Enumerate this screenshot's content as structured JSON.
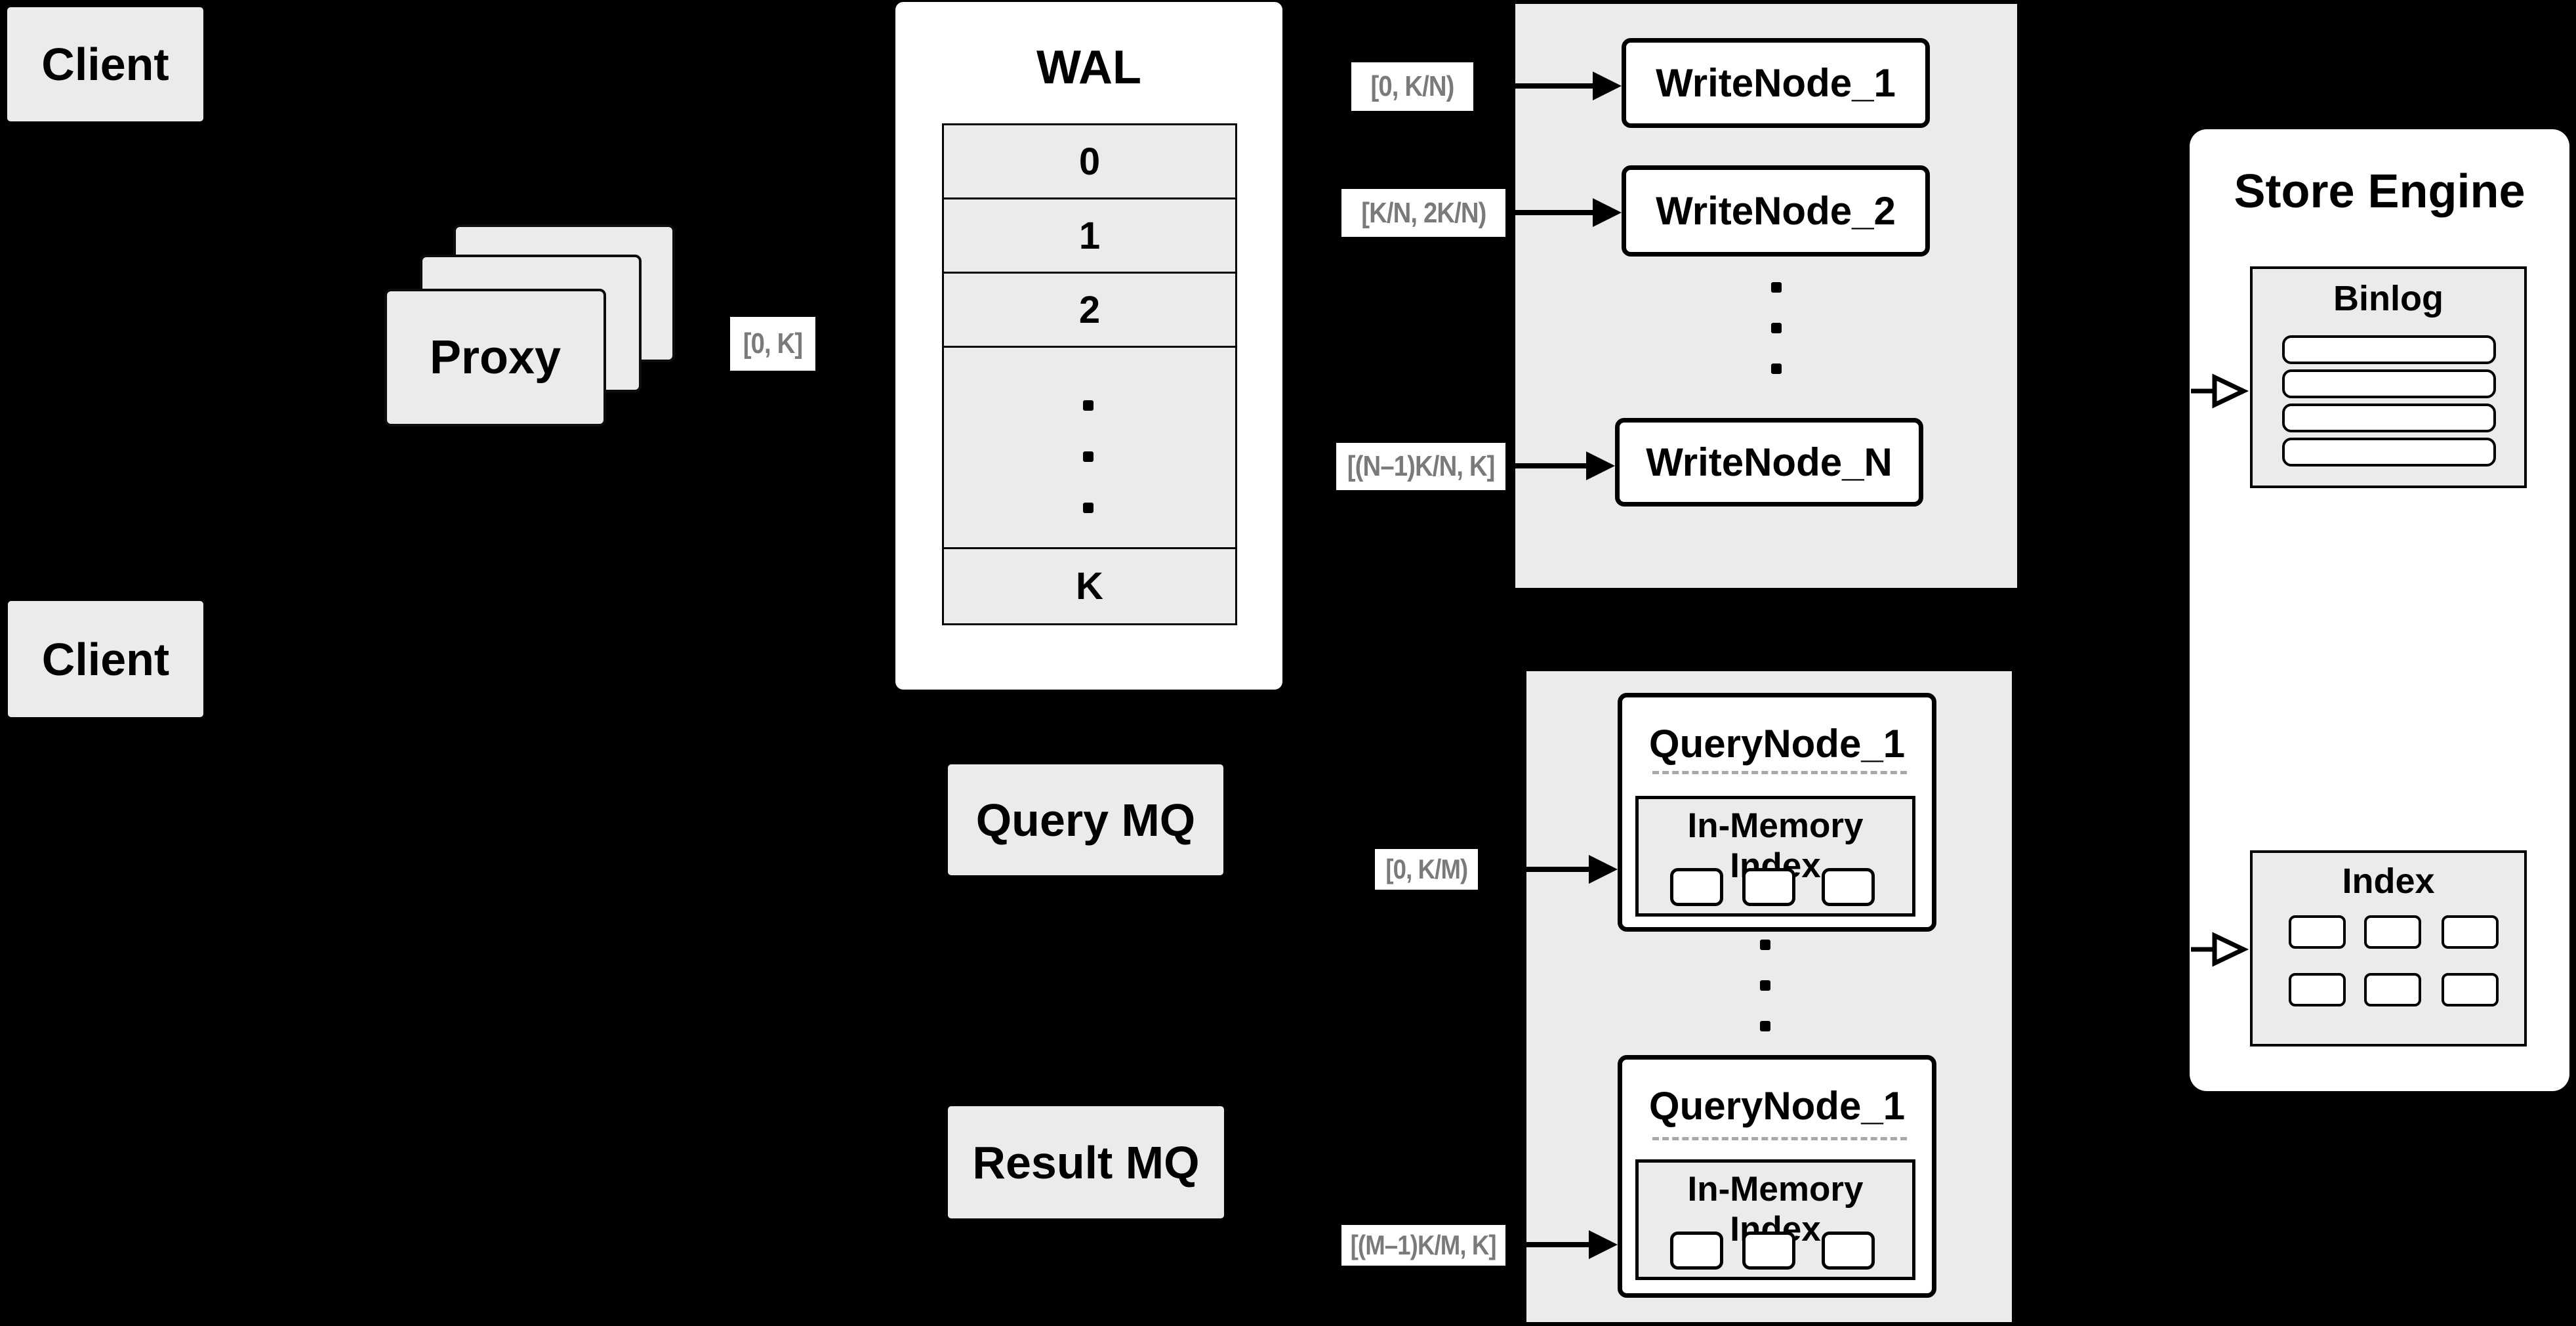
{
  "clients": [
    {
      "label": "Client"
    },
    {
      "label": "Client"
    }
  ],
  "proxy": {
    "label": "Proxy"
  },
  "wal": {
    "title": "WAL",
    "rows": [
      "0",
      "1",
      "2"
    ],
    "tail_row": "K"
  },
  "range_labels": {
    "proxy": "[0, K]",
    "write": [
      "[0,  K/N)",
      "[K/N, 2K/N)",
      "[(N–1)K/N,  K]"
    ],
    "query": [
      "[0, K/M)",
      "[(M–1)K/M, K]"
    ]
  },
  "write_nodes": [
    "WriteNode_1",
    "WriteNode_2",
    "WriteNode_N"
  ],
  "query_nodes": [
    {
      "title": "QueryNode_1",
      "memory_label": "In-Memory Index"
    },
    {
      "title": "QueryNode_1",
      "memory_label": "In-Memory Index"
    }
  ],
  "mq": {
    "query": "Query MQ",
    "result": "Result MQ"
  },
  "store_engine": {
    "title": "Store Engine",
    "binlog_label": "Binlog",
    "index_label": "Index"
  },
  "colors": {
    "background": "#000000",
    "box_fill": "#ebebeb",
    "node_fill": "#ffffff",
    "label_text": "#7a7a7a",
    "line": "#000000"
  }
}
